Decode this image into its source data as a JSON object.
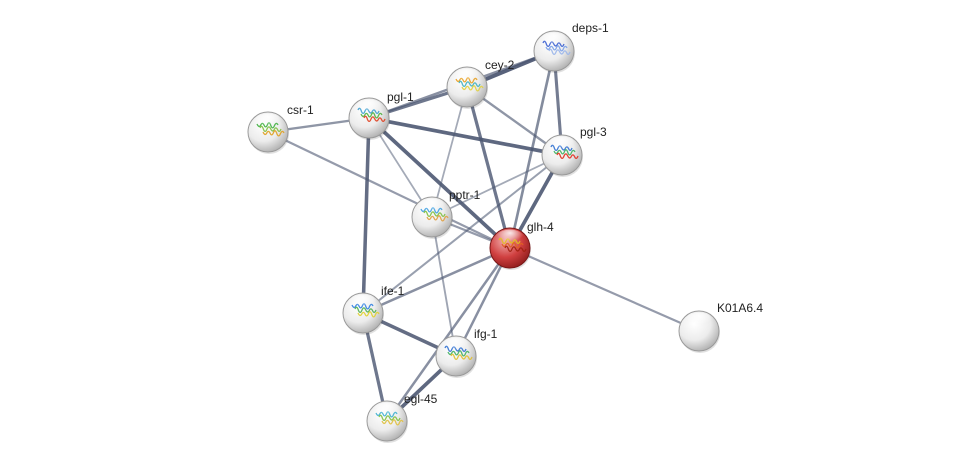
{
  "network": {
    "nodes": [
      {
        "id": "deps-1",
        "label": "deps-1",
        "type": "protein",
        "structure_colors": [
          "#3a5fd0",
          "#7aa0e8",
          "#9bb6ea"
        ]
      },
      {
        "id": "cey-2",
        "label": "cey-2",
        "type": "protein",
        "structure_colors": [
          "#e8a020",
          "#40b0c0",
          "#e0d040"
        ]
      },
      {
        "id": "pgl-1",
        "label": "pgl-1",
        "type": "protein",
        "structure_colors": [
          "#40a0d0",
          "#50b040",
          "#e04020"
        ]
      },
      {
        "id": "csr-1",
        "label": "csr-1",
        "type": "protein",
        "structure_colors": [
          "#40b040",
          "#80c040",
          "#e0a020"
        ]
      },
      {
        "id": "pgl-3",
        "label": "pgl-3",
        "type": "protein",
        "structure_colors": [
          "#3070d0",
          "#40b060",
          "#e03020"
        ]
      },
      {
        "id": "pptr-1",
        "label": "pptr-1",
        "type": "protein",
        "structure_colors": [
          "#40a0e0",
          "#80c040",
          "#e0a040"
        ]
      },
      {
        "id": "glh-4",
        "label": "glh-4",
        "type": "query",
        "structure_colors": [
          "#e0c020",
          "#e06020",
          "#a02010"
        ]
      },
      {
        "id": "ife-1",
        "label": "ife-1",
        "type": "protein",
        "structure_colors": [
          "#3080e0",
          "#50b050",
          "#e0d030"
        ]
      },
      {
        "id": "ifg-1",
        "label": "ifg-1",
        "type": "protein",
        "structure_colors": [
          "#3070d0",
          "#40b060",
          "#e0c030"
        ]
      },
      {
        "id": "egl-45",
        "label": "egl-45",
        "type": "protein",
        "structure_colors": [
          "#40b0d0",
          "#80c040",
          "#e0c040"
        ]
      },
      {
        "id": "K01A6.4",
        "label": "K01A6.4",
        "type": "protein",
        "structure_colors": []
      }
    ],
    "edges": [
      {
        "source": "deps-1",
        "target": "cey-2",
        "weight": 0.95
      },
      {
        "source": "deps-1",
        "target": "pgl-3",
        "weight": 0.7
      },
      {
        "source": "deps-1",
        "target": "glh-4",
        "weight": 0.55
      },
      {
        "source": "deps-1",
        "target": "pgl-1",
        "weight": 0.5
      },
      {
        "source": "cey-2",
        "target": "pgl-1",
        "weight": 0.75
      },
      {
        "source": "cey-2",
        "target": "pgl-3",
        "weight": 0.45
      },
      {
        "source": "cey-2",
        "target": "glh-4",
        "weight": 0.75
      },
      {
        "source": "cey-2",
        "target": "pptr-1",
        "weight": 0.25
      },
      {
        "source": "pgl-1",
        "target": "pgl-3",
        "weight": 0.9
      },
      {
        "source": "pgl-1",
        "target": "glh-4",
        "weight": 0.9
      },
      {
        "source": "pgl-1",
        "target": "ife-1",
        "weight": 0.85
      },
      {
        "source": "pgl-1",
        "target": "pptr-1",
        "weight": 0.25
      },
      {
        "source": "csr-1",
        "target": "pgl-1",
        "weight": 0.45
      },
      {
        "source": "csr-1",
        "target": "glh-4",
        "weight": 0.4
      },
      {
        "source": "pgl-3",
        "target": "glh-4",
        "weight": 0.9
      },
      {
        "source": "pgl-3",
        "target": "pptr-1",
        "weight": 0.25
      },
      {
        "source": "pgl-3",
        "target": "ife-1",
        "weight": 0.35
      },
      {
        "source": "pptr-1",
        "target": "glh-4",
        "weight": 0.4
      },
      {
        "source": "pptr-1",
        "target": "ifg-1",
        "weight": 0.3
      },
      {
        "source": "glh-4",
        "target": "ife-1",
        "weight": 0.5
      },
      {
        "source": "glh-4",
        "target": "ifg-1",
        "weight": 0.5
      },
      {
        "source": "glh-4",
        "target": "egl-45",
        "weight": 0.5
      },
      {
        "source": "glh-4",
        "target": "K01A6.4",
        "weight": 0.4
      },
      {
        "source": "ife-1",
        "target": "ifg-1",
        "weight": 0.85
      },
      {
        "source": "ife-1",
        "target": "egl-45",
        "weight": 0.75
      },
      {
        "source": "ifg-1",
        "target": "egl-45",
        "weight": 0.9
      }
    ],
    "colors": {
      "edge": "#4a5570",
      "node_fill": "#e6e6e6",
      "node_stroke": "#9a9a9a",
      "query_fill": "#c83030",
      "query_stroke": "#7a1818",
      "label_text": "#222222"
    }
  }
}
